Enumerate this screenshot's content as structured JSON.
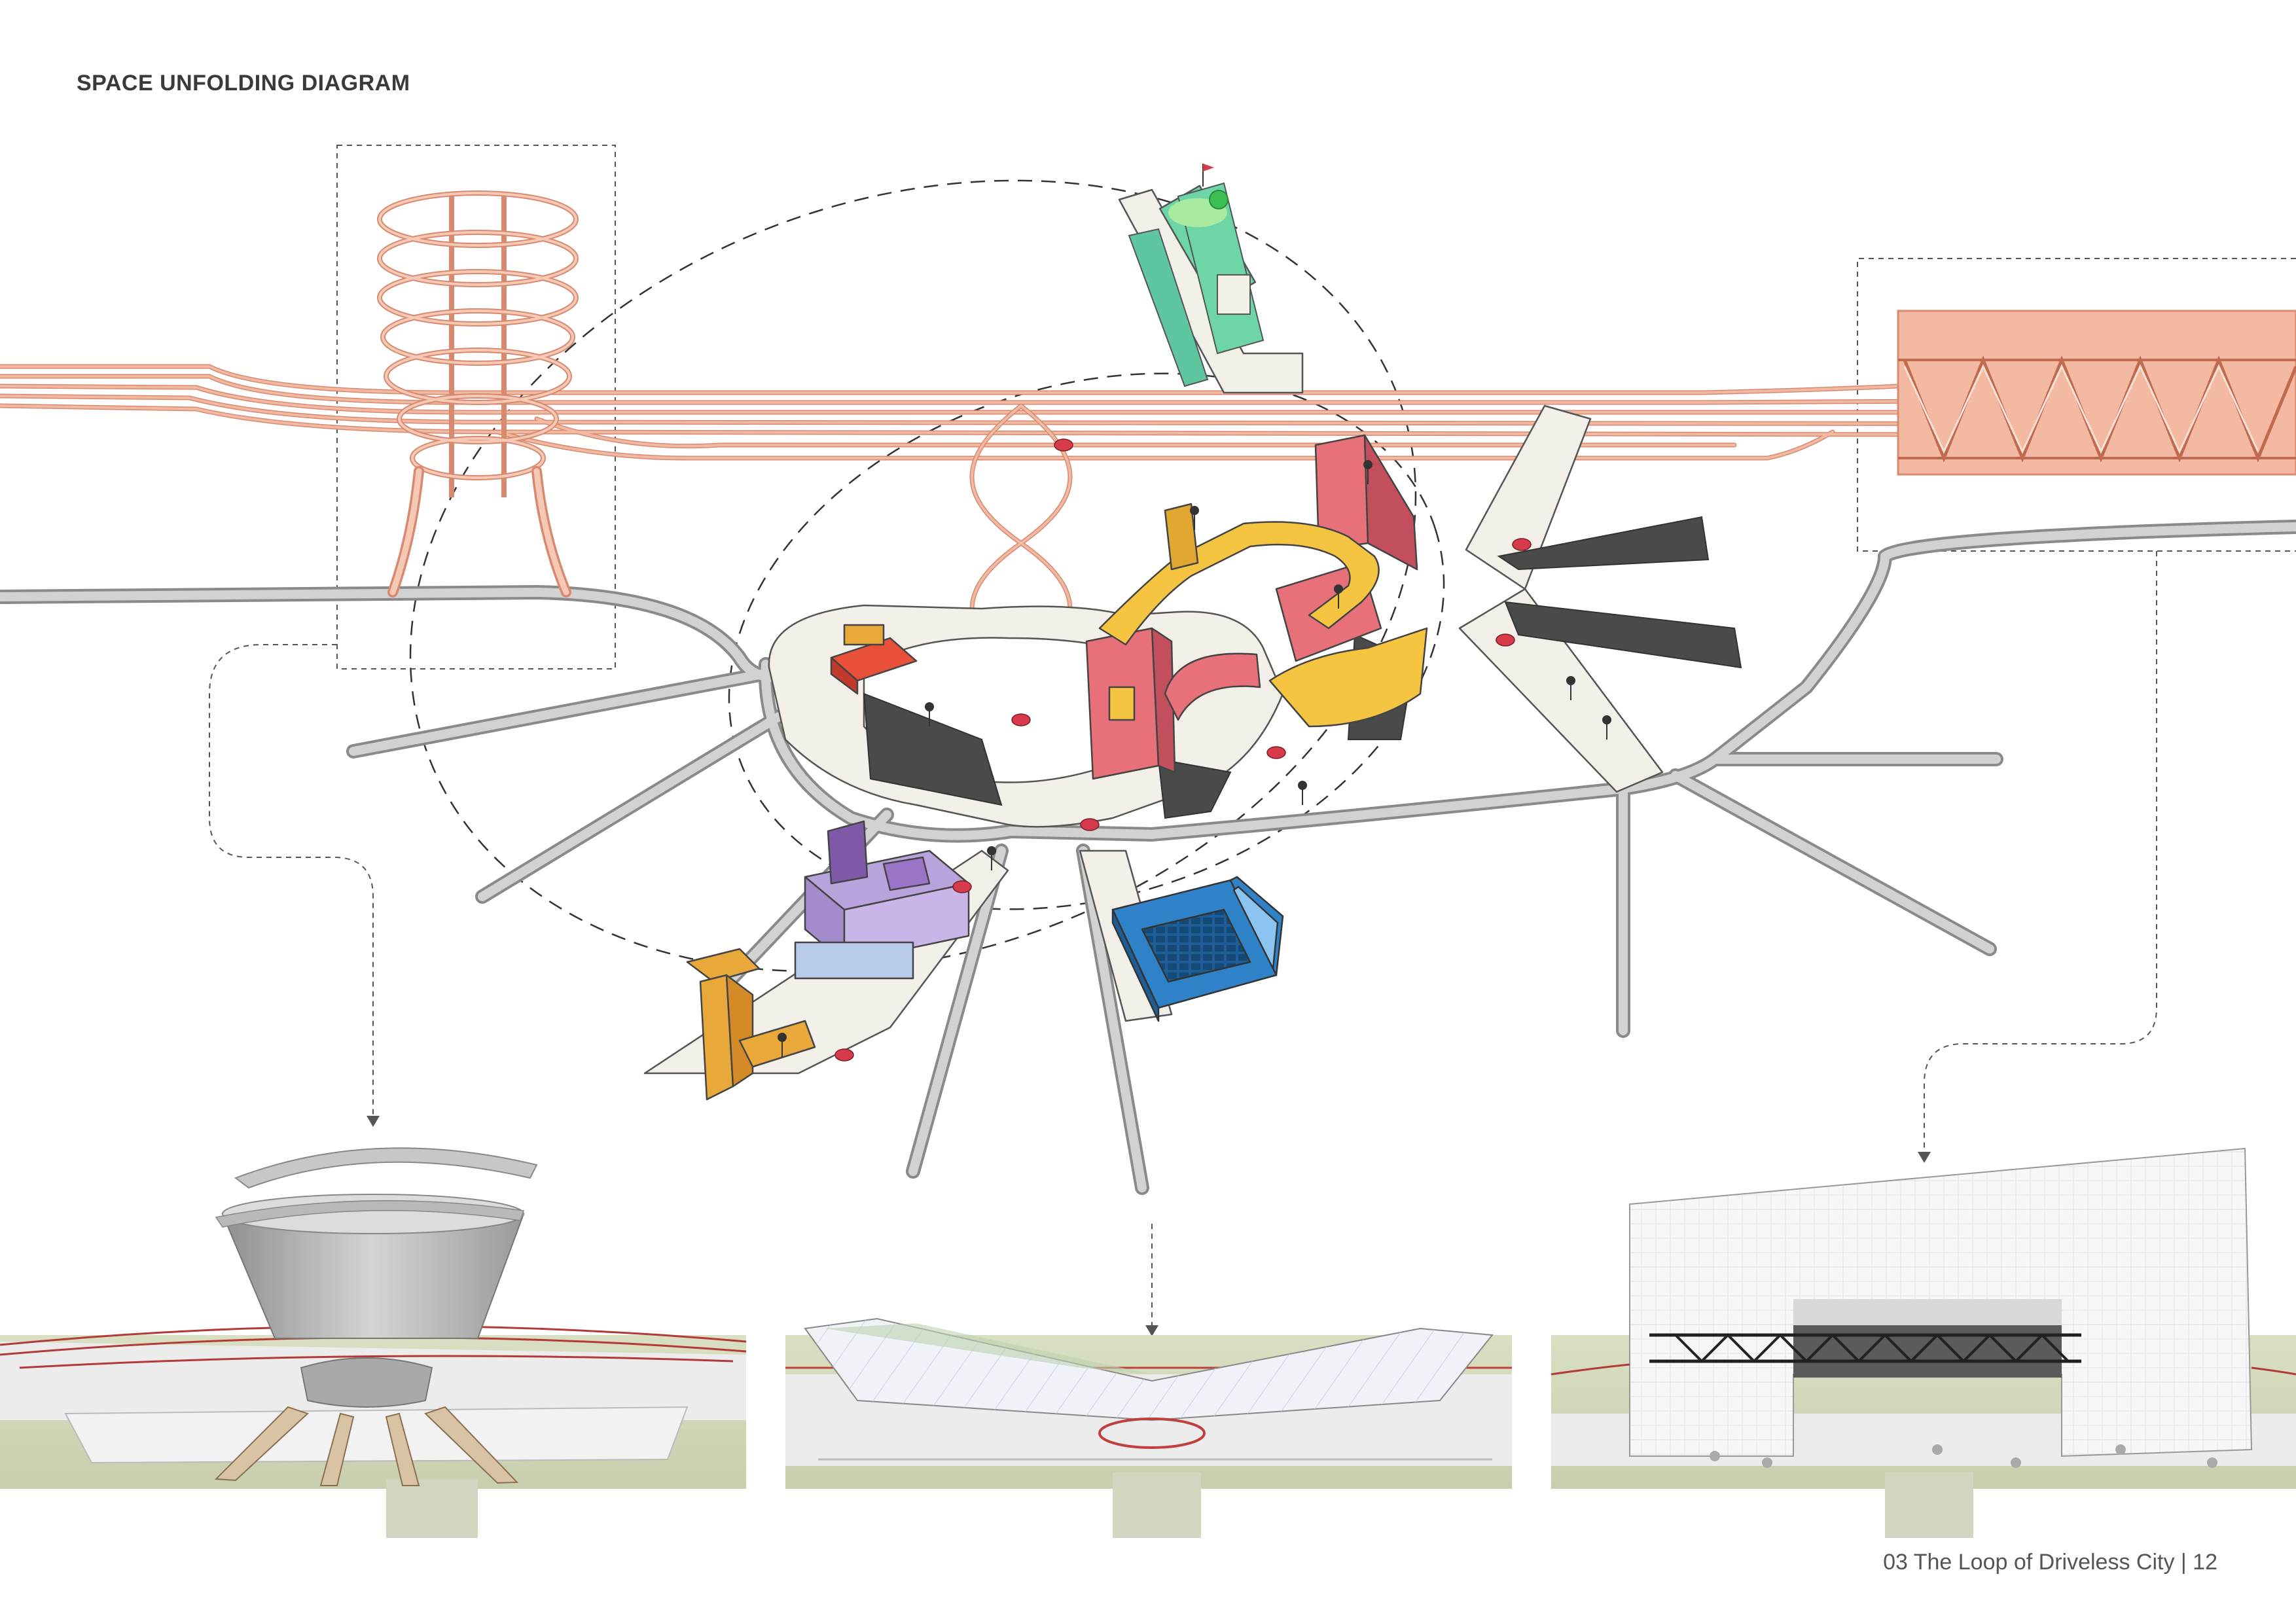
{
  "page": {
    "title": "SPACE UNFOLDING DIAGRAM",
    "footer": "03 The Loop of Driveless City | 12"
  },
  "colors": {
    "rail": "#f1b8a2",
    "rail_stroke": "#d88a70",
    "road": "#cfcfcf",
    "road_stroke": "#8a8a8a",
    "platform": "#f2f0e9",
    "pink": "#e8707a",
    "yellow": "#f5c542",
    "orange": "#e8a83a",
    "purple": "#b9a3dc",
    "blue": "#2f82c8",
    "green": "#6ed5a9",
    "dark": "#4a4a4a",
    "red": "#d73a4a",
    "concrete": "#bdbdbd",
    "ground": "#d6dcc0"
  },
  "icons": [
    "car-icon",
    "person-icon",
    "tree-icon",
    "flag-icon"
  ],
  "renders": [
    {
      "name": "render-spiral-tower",
      "type": "cone-tower"
    },
    {
      "name": "render-x-bridge",
      "type": "x-building"
    },
    {
      "name": "render-frame-station",
      "type": "frame-building"
    }
  ]
}
